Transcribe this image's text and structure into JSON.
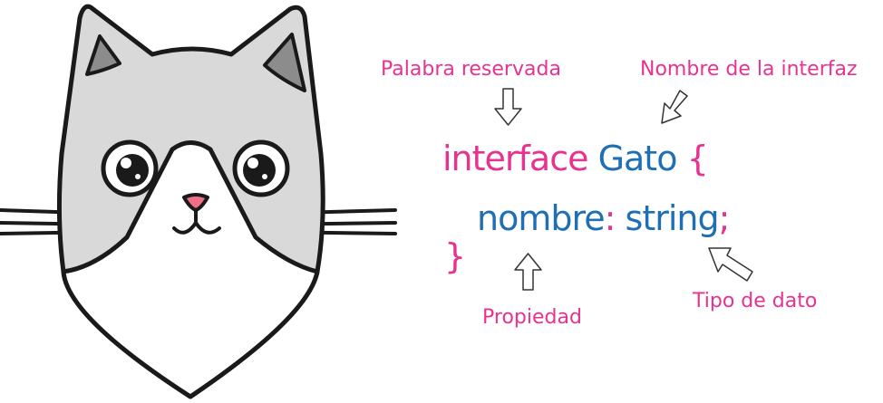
{
  "colors": {
    "keyword": "#e8328f",
    "identifier": "#1f6fb5",
    "annotation": "#e8328f",
    "cat_fur": "#d9d9d9",
    "cat_ear_inner": "#8c8c8c",
    "cat_outline": "#1a1a1a",
    "cat_nose": "#ef6f86"
  },
  "code": {
    "keyword": "interface",
    "interface_name": "Gato",
    "open_brace": "{",
    "property": "nombre",
    "colon": ":",
    "type": "string",
    "semicolon": ";",
    "close_brace": "}"
  },
  "annotations": {
    "keyword": "Palabra reservada",
    "interface_name": "Nombre de la interfaz",
    "property": "Propiedad",
    "type": "Tipo de dato"
  }
}
